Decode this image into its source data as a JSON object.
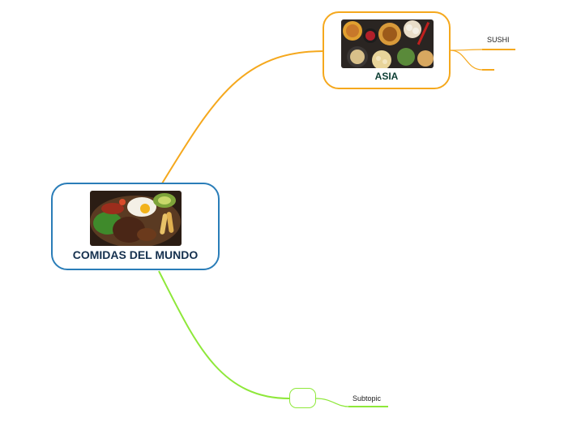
{
  "mindmap": {
    "root": {
      "label": "COMIDAS DEL MUNDO",
      "border_color": "#2a7db8",
      "image": "plato-comida-icon"
    },
    "branches": [
      {
        "label": "ASIA",
        "color": "#f5a81d",
        "image": "comida-asiatica-icon",
        "children": [
          {
            "label": "SUSHI"
          },
          {
            "label": ""
          }
        ]
      },
      {
        "label": "",
        "color": "#8ee83a",
        "children": [
          {
            "label": "Subtopic"
          }
        ]
      }
    ]
  }
}
